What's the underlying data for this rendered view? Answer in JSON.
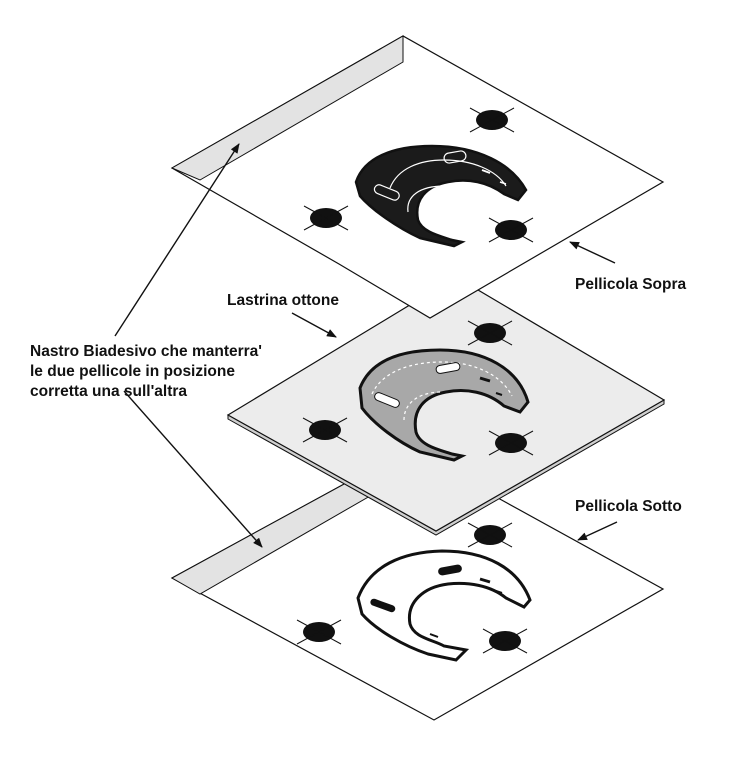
{
  "labels": {
    "top_film": "Pellicola Sopra",
    "brass_plate": "Lastrina ottone",
    "bottom_film": "Pellicola Sotto",
    "tape_note": [
      "Nastro Biadesivo che manterra'",
      "le due pellicole in posizione",
      "corretta una sull'altra"
    ]
  },
  "colors": {
    "line": "#111111",
    "tape": "#e3e3e3",
    "plate": "#ececec",
    "plate_cutout": "#a8a8a8",
    "film_cutout": "#1b1b1b",
    "background": "#ffffff"
  }
}
